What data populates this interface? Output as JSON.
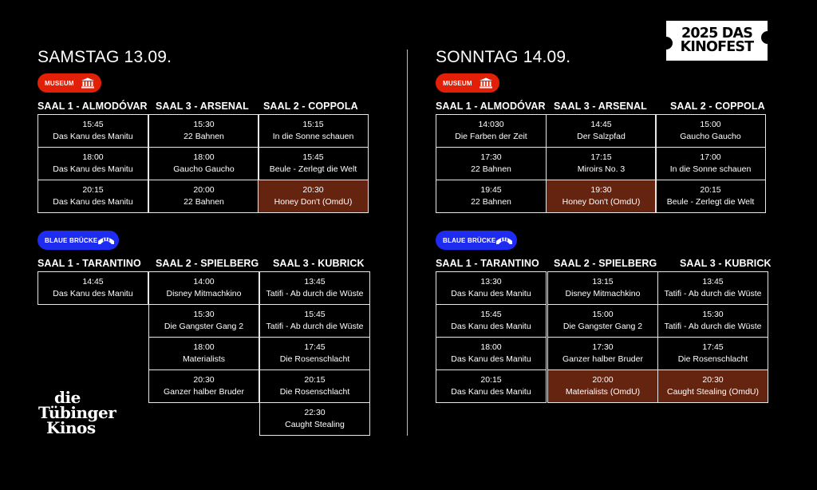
{
  "logos": {
    "fest_line1": "2025 DAS",
    "fest_line2": "KINOFEST",
    "kinos_line1": "die",
    "kinos_line2": "Tübinger",
    "kinos_line3": "Kinos"
  },
  "colors": {
    "museum": "#e21f07",
    "bruecke": "#1e2cf2",
    "omdu": "#64240f"
  },
  "days": [
    {
      "title": "SAMSTAG 13.09.",
      "museum": {
        "badge": "MUSEUM",
        "icon": "museum-building-icon",
        "columns": [
          "SAAL 1 - ALMODÓVAR",
          "SAAL 3 - ARSENAL",
          "SAAL 2 - COPPOLA"
        ],
        "cells": [
          [
            {
              "time": "15:45",
              "film": "Das Kanu des Manitu",
              "omdu": false
            },
            {
              "time": "15:30",
              "film": "22 Bahnen",
              "omdu": false
            },
            {
              "time": "15:15",
              "film": "In die Sonne schauen",
              "omdu": false
            }
          ],
          [
            {
              "time": "18:00",
              "film": "Das Kanu des Manitu",
              "omdu": false
            },
            {
              "time": "18:00",
              "film": "Gaucho Gaucho",
              "omdu": false
            },
            {
              "time": "15:45",
              "film": "Beule - Zerlegt die Welt",
              "omdu": false
            }
          ],
          [
            {
              "time": "20:15",
              "film": "Das Kanu des Manitu",
              "omdu": false
            },
            {
              "time": "20:00",
              "film": "22 Bahnen",
              "omdu": false
            },
            {
              "time": "20:30",
              "film": "Honey Don't (OmdU)",
              "omdu": true
            }
          ]
        ]
      },
      "bruecke": {
        "badge": "BLAUE BRÜCKE",
        "icon": "bridge-icon",
        "columns": [
          "SAAL 1 - TARANTINO",
          "SAAL 2 - SPIELBERG",
          "SAAL 3 - KUBRICK"
        ],
        "col1": [
          {
            "time": "14:45",
            "film": "Das Kanu des Manitu",
            "omdu": false
          }
        ],
        "col2": [
          {
            "time": "14:00",
            "film": "Disney Mitmachkino",
            "omdu": false
          },
          {
            "time": "15:30",
            "film": "Die Gangster Gang 2",
            "omdu": false
          },
          {
            "time": "18:00",
            "film": "Materialists",
            "omdu": false
          },
          {
            "time": "20:30",
            "film": "Ganzer halber Bruder",
            "omdu": false
          }
        ],
        "col3": [
          {
            "time": "13:45",
            "film": "Tatifi - Ab durch die Wüste",
            "omdu": false
          },
          {
            "time": "15:45",
            "film": "Tatifi - Ab durch die Wüste",
            "omdu": false
          },
          {
            "time": "17:45",
            "film": "Die Rosenschlacht",
            "omdu": false
          },
          {
            "time": "20:15",
            "film": "Die Rosenschlacht",
            "omdu": false
          },
          {
            "time": "22:30",
            "film": "Caught Stealing",
            "omdu": false
          }
        ]
      }
    },
    {
      "title": "SONNTAG 14.09.",
      "museum": {
        "badge": "MUSEUM",
        "icon": "museum-building-icon",
        "columns": [
          "SAAL 1 - ALMODÓVAR",
          "SAAL 3 - ARSENAL",
          "SAAL 2 - COPPOLA"
        ],
        "cells": [
          [
            {
              "time": "14:030",
              "film": "Die Farben der Zeit",
              "omdu": false
            },
            {
              "time": "14:45",
              "film": "Der Salzpfad",
              "omdu": false
            },
            {
              "time": "15:00",
              "film": "Gaucho Gaucho",
              "omdu": false
            }
          ],
          [
            {
              "time": "17:30",
              "film": "22 Bahnen",
              "omdu": false
            },
            {
              "time": "17:15",
              "film": "Miroirs No. 3",
              "omdu": false
            },
            {
              "time": "17:00",
              "film": "In die Sonne schauen",
              "omdu": false
            }
          ],
          [
            {
              "time": "19:45",
              "film": "22 Bahnen",
              "omdu": false
            },
            {
              "time": "19:30",
              "film": "Honey Don't (OmdU)",
              "omdu": true
            },
            {
              "time": "20:15",
              "film": "Beule - Zerlegt die Welt",
              "omdu": false
            }
          ]
        ]
      },
      "bruecke": {
        "badge": "BLAUE BRÜCKE",
        "icon": "bridge-icon",
        "columns": [
          "SAAL 1 - TARANTINO",
          "SAAL 2 - SPIELBERG",
          "SAAL 3 - KUBRICK"
        ],
        "cells": [
          [
            {
              "time": "13:30",
              "film": "Das Kanu des Manitu",
              "omdu": false
            },
            {
              "time": "13:15",
              "film": "Disney Mitmachkino",
              "omdu": false
            },
            {
              "time": "13:45",
              "film": "Tatifi - Ab durch die Wüste",
              "omdu": false
            }
          ],
          [
            {
              "time": "15:45",
              "film": "Das Kanu des Manitu",
              "omdu": false
            },
            {
              "time": "15:00",
              "film": "Die Gangster Gang 2",
              "omdu": false
            },
            {
              "time": "15:30",
              "film": "Tatifi - Ab durch die Wüste",
              "omdu": false
            }
          ],
          [
            {
              "time": "18:00",
              "film": "Das Kanu des Manitu",
              "omdu": false
            },
            {
              "time": "17:30",
              "film": "Ganzer halber Bruder",
              "omdu": false
            },
            {
              "time": "17:45",
              "film": "Die Rosenschlacht",
              "omdu": false
            }
          ],
          [
            {
              "time": "20:15",
              "film": "Das Kanu des Manitu",
              "omdu": false
            },
            {
              "time": "20:00",
              "film": "Materialists (OmdU)",
              "omdu": true
            },
            {
              "time": "20:30",
              "film": "Caught Stealing (OmdU)",
              "omdu": true
            }
          ]
        ]
      }
    }
  ]
}
